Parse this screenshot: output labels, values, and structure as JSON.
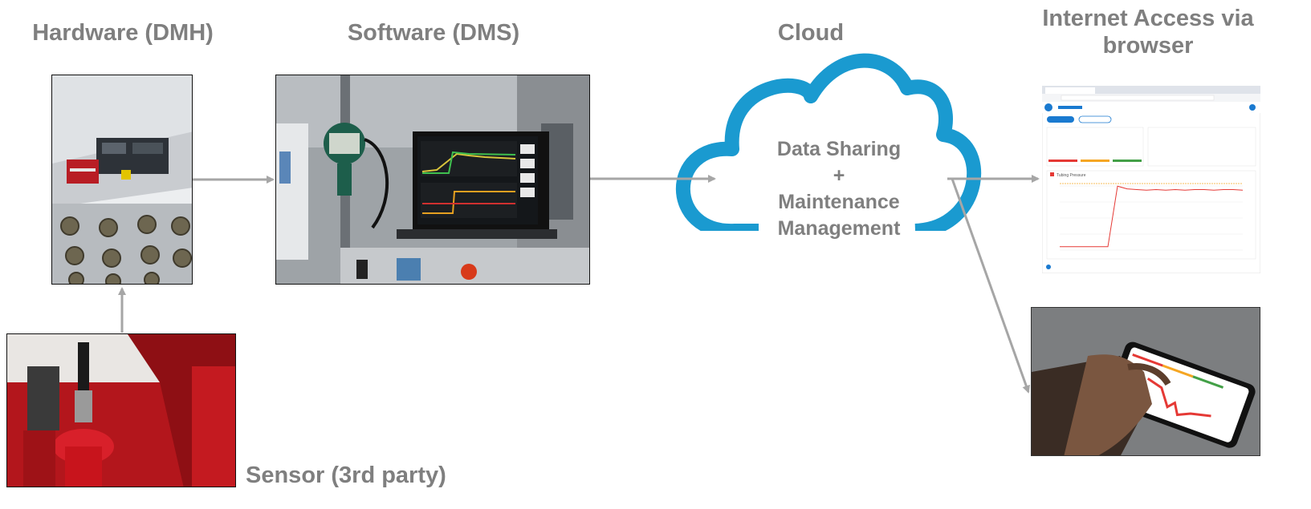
{
  "labels": {
    "hardware": "Hardware (DMH)",
    "software": "Software (DMS)",
    "cloud": "Cloud",
    "internet_line1": "Internet Access via",
    "internet_line2": "browser",
    "sensor": "Sensor (3rd party)"
  },
  "cloud_text": {
    "line1": "Data Sharing",
    "line2": "+",
    "line3": "Maintenance",
    "line4": "Management"
  },
  "colors": {
    "cloud": "#1a9ad0",
    "arrow": "#a6a6a6",
    "label": "#7f7f7f",
    "hardware_red": "#c8141c"
  },
  "browser_chart_legend": "Tubing Pressure",
  "browser_chart_series": [
    5,
    5,
    5,
    5,
    5,
    5,
    96,
    92,
    91,
    90,
    91,
    90,
    91,
    90,
    91,
    91,
    90,
    91,
    91,
    90
  ]
}
